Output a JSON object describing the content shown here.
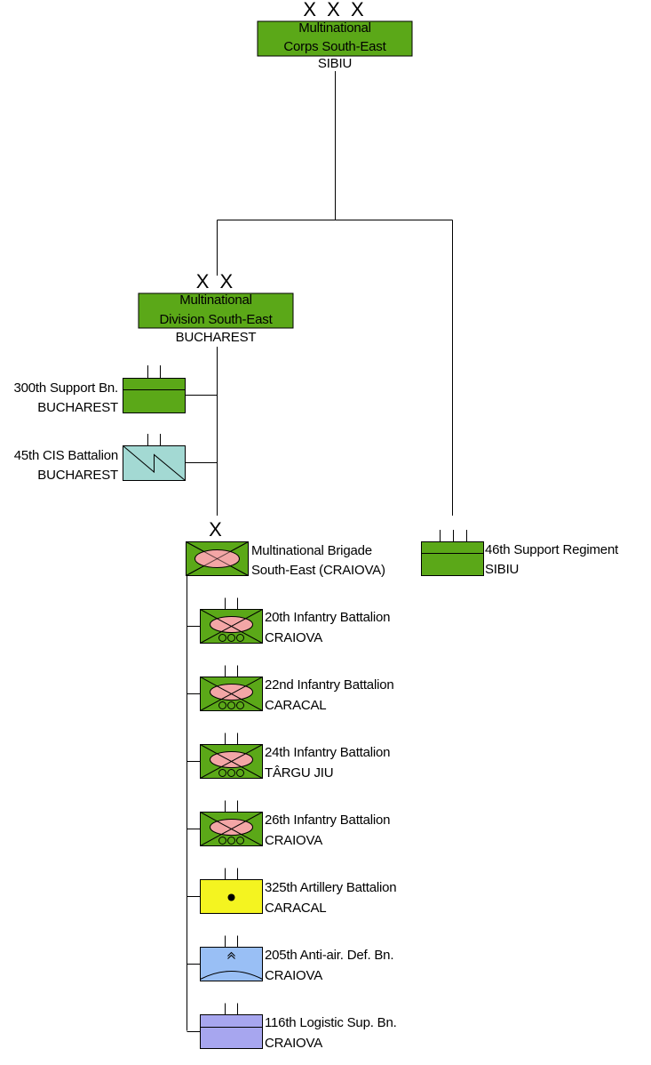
{
  "colors": {
    "green": "#5ba818",
    "pink": "#f3a6a6",
    "yellow": "#f4f420",
    "light_blue": "#99bff5",
    "lavender": "#a7a6ef",
    "teal": "#a3d9d3"
  },
  "corps": {
    "echelon": "X X X",
    "name_line1": "Multinational",
    "name_line2": "Corps South-East",
    "location": "SIBIU"
  },
  "division": {
    "echelon": "X X",
    "name_line1": "Multinational",
    "name_line2": "Division South-East",
    "location": "BUCHAREST"
  },
  "support_bn": {
    "name": "300th Support Bn.",
    "location": "BUCHAREST",
    "symbol": "support"
  },
  "cis_bn": {
    "name": "45th CIS Battalion",
    "location": "BUCHAREST",
    "symbol": "signal"
  },
  "brigade": {
    "echelon": "X",
    "name_line1": "Multinational Brigade",
    "name_line2": "South-East (CRAIOVA)",
    "symbol": "armored-infantry"
  },
  "support_regiment": {
    "name": "46th Support Regiment",
    "location": "SIBIU",
    "symbol": "support"
  },
  "battalions": [
    {
      "name": "20th Infantry Battalion",
      "location": "CRAIOVA",
      "symbol": "wheeled-armored-infantry"
    },
    {
      "name": "22nd Infantry Battalion",
      "location": "CARACAL",
      "symbol": "wheeled-armored-infantry"
    },
    {
      "name": "24th Infantry Battalion",
      "location": "TÂRGU JIU",
      "symbol": "wheeled-armored-infantry"
    },
    {
      "name": "26th Infantry Battalion",
      "location": "CRAIOVA",
      "symbol": "wheeled-armored-infantry"
    },
    {
      "name": "325th Artillery Battalion",
      "location": "CARACAL",
      "symbol": "artillery"
    },
    {
      "name": "205th Anti-air. Def. Bn.",
      "location": "CRAIOVA",
      "symbol": "air-defense"
    },
    {
      "name": "116th Logistic Sup. Bn.",
      "location": "CRAIOVA",
      "symbol": "logistics"
    }
  ]
}
